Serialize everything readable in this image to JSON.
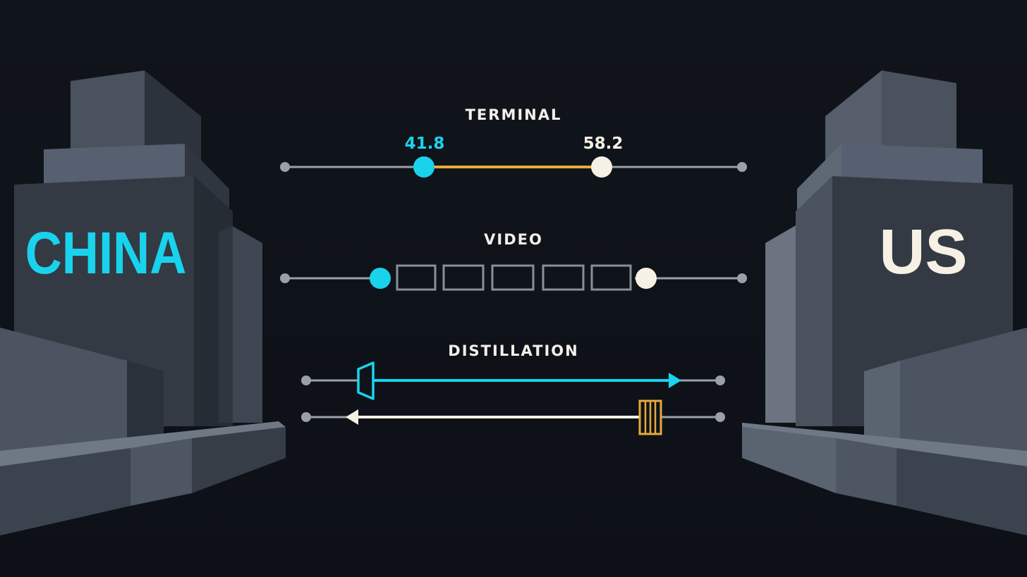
{
  "colors": {
    "background": "#0f131a",
    "china_accent": "#19d3ec",
    "us_accent": "#f6f1e4",
    "highlight_orange": "#e8a93b",
    "track_grey": "#9aa0a8",
    "building_front": "#3a424c",
    "building_side": "#2a3038",
    "building_top": "#525b66"
  },
  "left_side": {
    "label": "CHINA",
    "color": "#19d3ec",
    "icon": "building-icon"
  },
  "right_side": {
    "label": "US",
    "color": "#f6f1e4",
    "icon": "building-icon"
  },
  "sections": {
    "terminal": {
      "title": "TERMINAL",
      "china_value": "41.8",
      "us_value": "58.2"
    },
    "video": {
      "title": "VIDEO",
      "frame_count": 5
    },
    "distillation": {
      "title": "DISTILLATION"
    }
  }
}
